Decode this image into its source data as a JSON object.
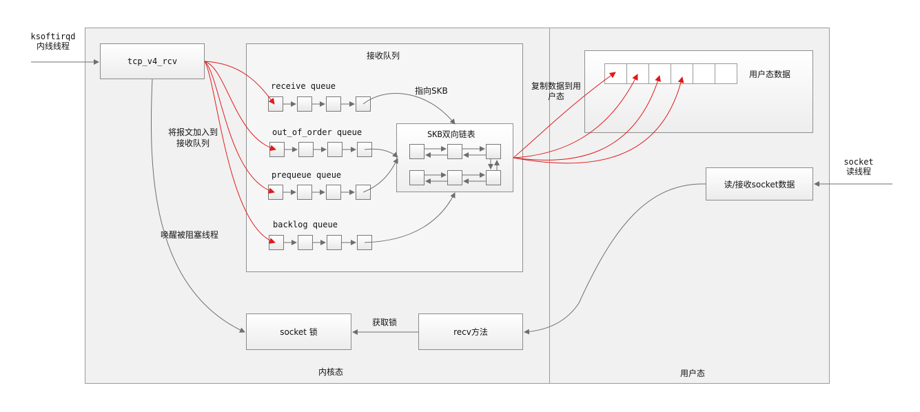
{
  "left_input_label": [
    "ksoftirqd",
    "内线线程"
  ],
  "right_input_label": [
    "socket",
    "读线程"
  ],
  "kernel_label": "内核态",
  "user_label": "用户态",
  "tcp_box": "tcp_v4_rcv",
  "recv_queue_panel_title": "接收队列",
  "queues": [
    {
      "label": "receive queue"
    },
    {
      "label": "out_of_order queue"
    },
    {
      "label": "prequeue queue"
    },
    {
      "label": "backlog queue"
    }
  ],
  "point_skb_label": "指向SKB",
  "skb_box_title": "SKB双向链表",
  "add_to_queue_label": [
    "将报文加入到",
    "接收队列"
  ],
  "wake_label": "唤醒被阻塞线程",
  "socket_lock_box": "socket 锁",
  "acquire_lock_label": "获取锁",
  "recv_method_box": "recv方法",
  "copy_label": [
    "复制数据到用",
    "户态"
  ],
  "user_data_label": "用户态数据",
  "read_socket_box": "读/接收socket数据",
  "colors": {
    "red_arrow": "#e0191b",
    "gray_arrow": "#6e6e6e"
  }
}
